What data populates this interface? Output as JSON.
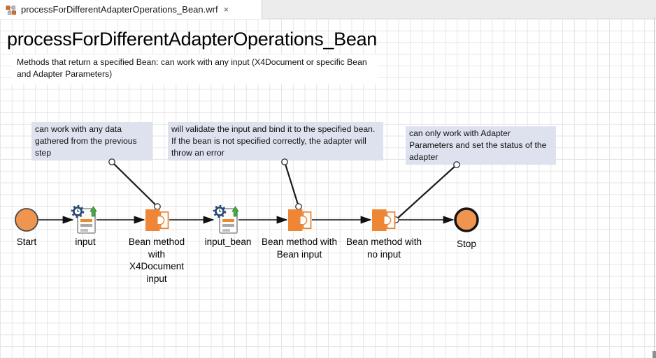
{
  "tab": {
    "title": "processForDifferentAdapterOperations_Bean.wrf",
    "close": "×"
  },
  "diagram": {
    "title": "processForDifferentAdapterOperations_Bean",
    "description": "Methods that return a specified Bean: can work with any input (X4Document or specific Bean and Adapter Parameters)",
    "annotations": [
      {
        "text": "can work with any data gathered from the previous step"
      },
      {
        "text": "will validate the input and bind it to the specified bean. If the bean is not specified correctly, the adapter will throw an error"
      },
      {
        "text": "can only work with Adapter Parameters and set the status of the adapter"
      }
    ],
    "nodes": [
      {
        "id": "start",
        "type": "start-event",
        "label": "Start"
      },
      {
        "id": "input",
        "type": "document-input",
        "label": "input"
      },
      {
        "id": "bean-x4doc",
        "type": "bean-method",
        "label": "Bean method with X4Document input"
      },
      {
        "id": "input-bean",
        "type": "document-input",
        "label": "input_bean"
      },
      {
        "id": "bean-bean",
        "type": "bean-method",
        "label": "Bean method with Bean input"
      },
      {
        "id": "bean-noinput",
        "type": "bean-method",
        "label": "Bean method with no input"
      },
      {
        "id": "stop",
        "type": "stop-event",
        "label": "Stop"
      }
    ],
    "colors": {
      "orange": "#EE8635",
      "event_fill": "#F0954F",
      "annotation_bg": "#DEE2EF",
      "grid_line": "#E6E6E9"
    }
  }
}
